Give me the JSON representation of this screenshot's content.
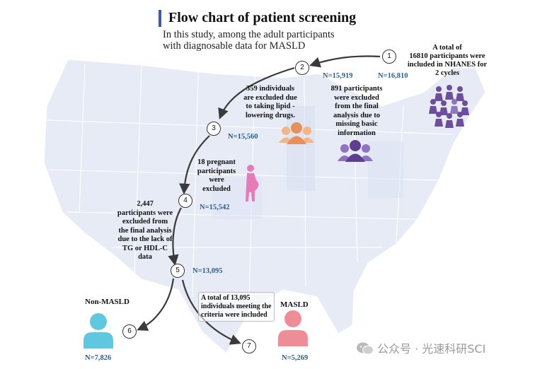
{
  "title": "Flow chart of patient screening",
  "intro": [
    "In this study, among the adult participants",
    "with diagnosable data for MASLD"
  ],
  "steps": [
    {
      "num": "1",
      "text": [
        "A total of",
        "16810 participants were",
        "included in NHANES for",
        "2 cycles"
      ],
      "n": "N=16,810"
    },
    {
      "num": "2",
      "n": "N=15,919"
    },
    {
      "num": "3",
      "n": "N=15,560"
    },
    {
      "num": "4",
      "n": "N=15,542"
    },
    {
      "num": "5",
      "n": "N=13,095"
    },
    {
      "num": "6",
      "label": "Non-MASLD",
      "n": "N=7,826"
    },
    {
      "num": "7",
      "label": "MASLD",
      "n": "N=5,269"
    }
  ],
  "exclusions": {
    "missing": [
      "891 participants",
      "were excluded",
      "from the final",
      "analysis due to",
      "missing basic",
      "information"
    ],
    "lipid": [
      "359 individuals",
      "are excluded due",
      "to taking lipid -",
      "lowering drugs."
    ],
    "pregnant": [
      "18 pregnant",
      "participants",
      "were",
      "excluded"
    ],
    "tg": [
      "2,447",
      "participants were",
      "excluded from",
      "the final analysis",
      "due to the lack of",
      "TG or HDL-C",
      "data"
    ]
  },
  "final_note": [
    "A total of 13,095",
    "individuals meeting the",
    "criteria were included"
  ],
  "watermark": "公众号 · 光速科研SCI",
  "colors": {
    "title_bar": "#3c5ba8",
    "n_text": "#2a5d8f",
    "people_purple": "#6d4d9e",
    "people_orange": "#e8905c",
    "pregnant_pink": "#e67bb8",
    "non_masld_cyan": "#5fc7df",
    "masld_pink": "#ee8d95",
    "map_fill": "#e6ebf6"
  }
}
